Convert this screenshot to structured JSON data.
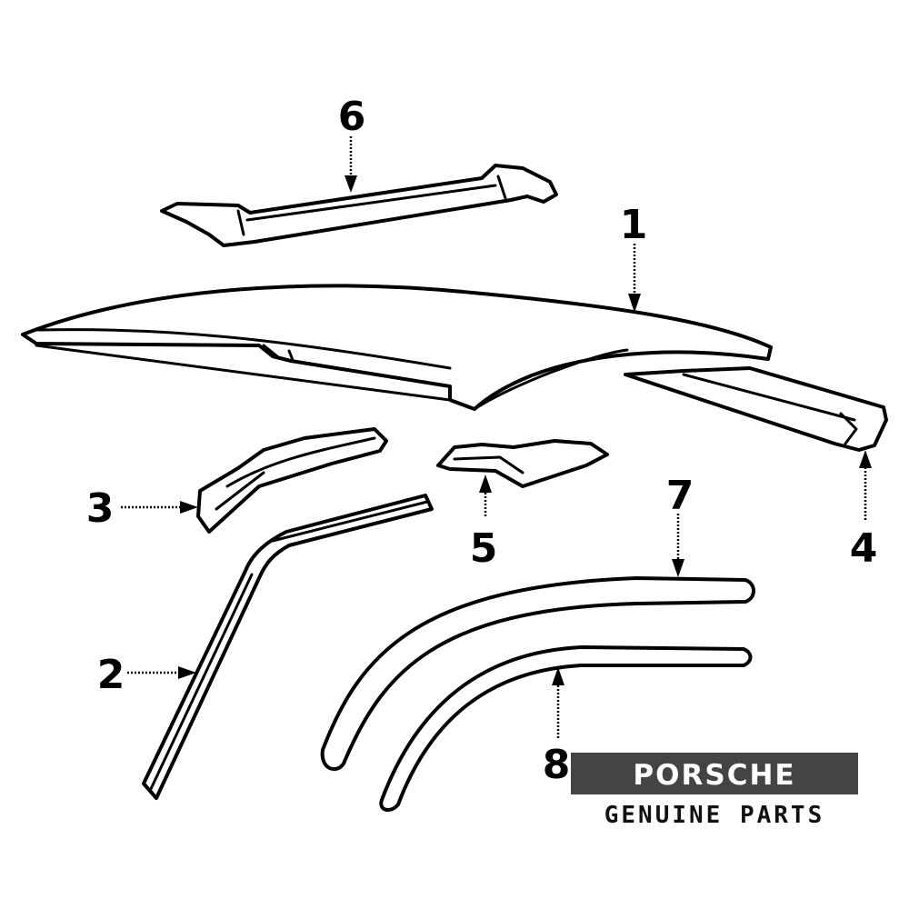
{
  "callouts": {
    "c1": "1",
    "c2": "2",
    "c3": "3",
    "c4": "4",
    "c5": "5",
    "c6": "6",
    "c7": "7",
    "c8": "8"
  },
  "brand": {
    "logo": "PORSCHE",
    "tagline": "GENUINE PARTS",
    "logo_background": "#444444",
    "logo_text_color": "#ffffff"
  }
}
